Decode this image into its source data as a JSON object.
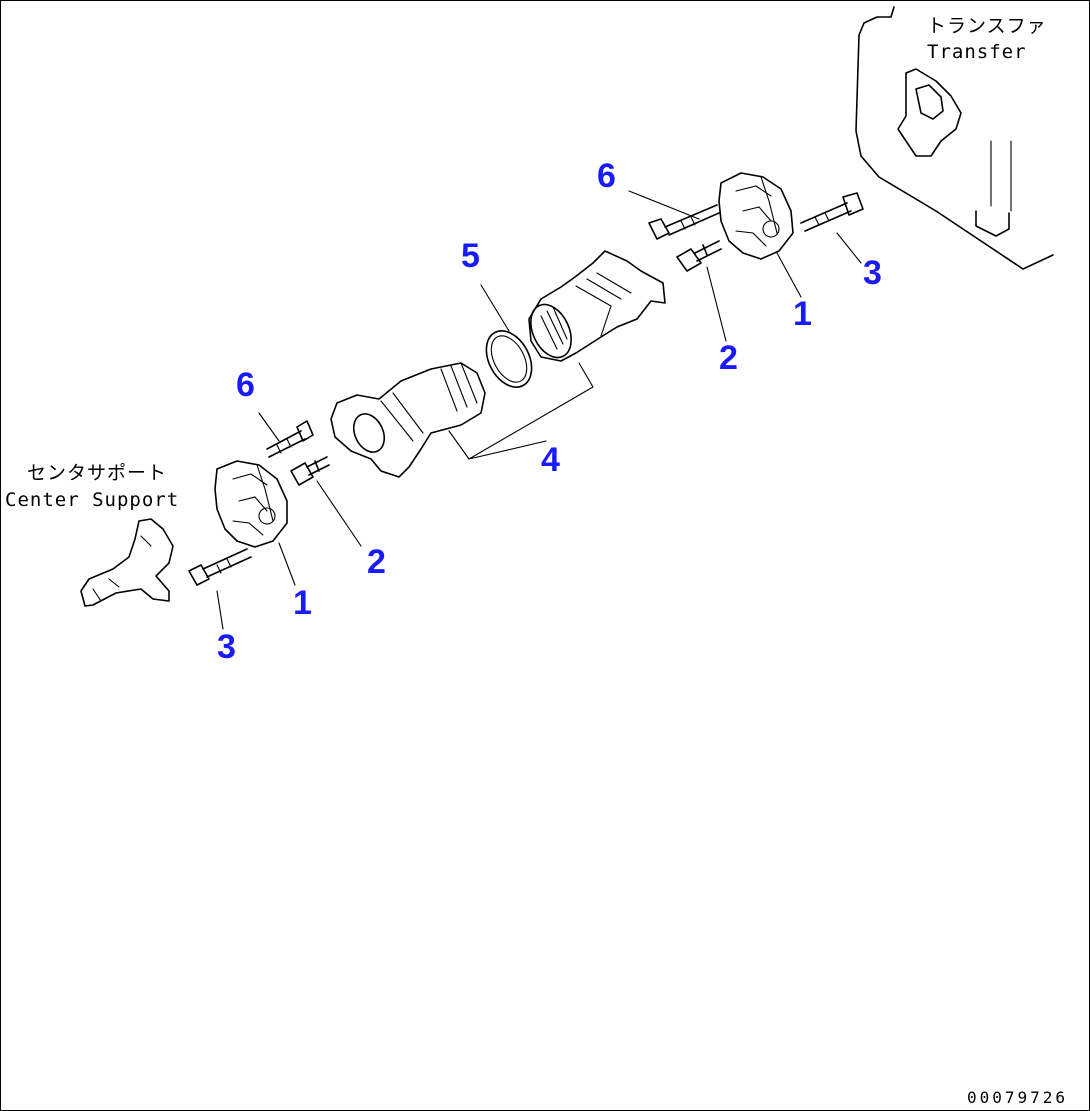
{
  "labels": {
    "transfer_jp": "トランスファ",
    "transfer_en": "Transfer",
    "center_support_jp": "センタサポート",
    "center_support_en": "Center Support",
    "doc_number": "00079726"
  },
  "callouts": {
    "c1": "1",
    "c2": "1",
    "c3": "2",
    "c4": "2",
    "c5": "3",
    "c6": "3",
    "c7": "4",
    "c8": "5",
    "c9": "6",
    "c10": "6"
  },
  "colors": {
    "callout": "#1a1aff",
    "line": "#000000"
  }
}
